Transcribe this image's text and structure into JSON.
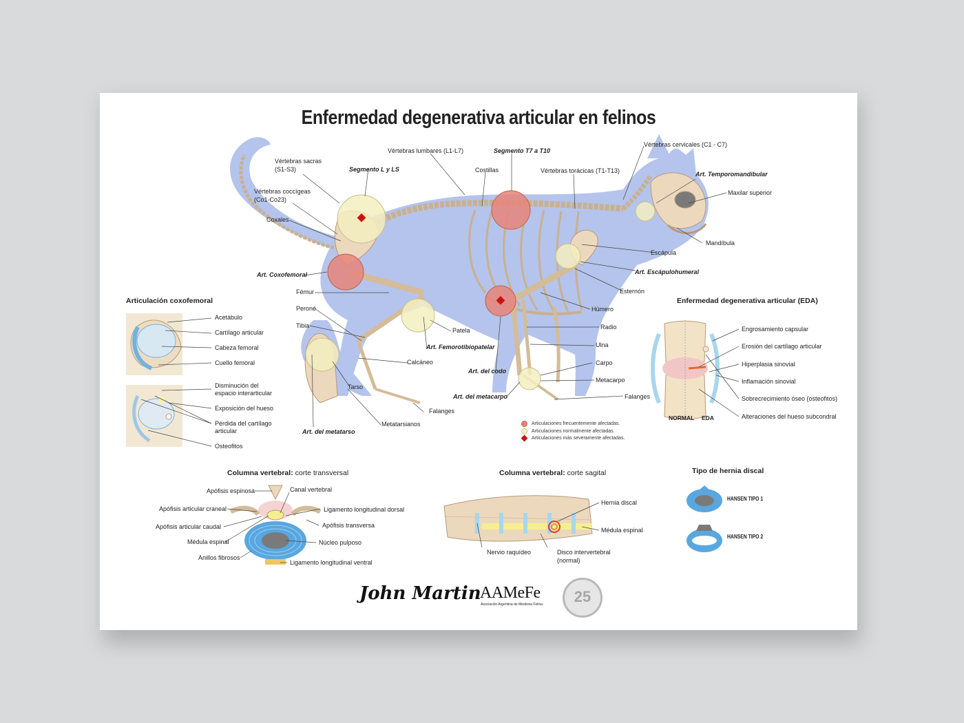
{
  "poster": {
    "title": "Enfermedad degenerativa articular en felinos"
  },
  "skeleton_labels": {
    "vertebras_sacras": "Vértebras sacras",
    "vertebras_sacras_range": "(S1-S3)",
    "segmento_l_ls": "Segmento L y LS",
    "vertebras_lumbares": "Vértebras lumbares (L1-L7)",
    "segmento_t7_t10": "Segmento T7 a T10",
    "costillas": "Costillas",
    "vertebras_toracicas": "Vértebras torácicas (T1-T13)",
    "vertebras_cervicales": "Vértebras cervicales (C1 - C7)",
    "art_temporomandibular": "Art. Temporomandibular",
    "maxilar_superior": "Maxilar superior",
    "vertebras_coccigeas": "Vértebras coccígeas",
    "vertebras_coccigeas_range": "(Co1-Co23)",
    "coxales": "Coxales",
    "mandibula": "Mandíbula",
    "escapula": "Escápula",
    "art_escapulohumeral": "Art. Escápulohumeral",
    "art_coxofemoral": "Art. Coxofemoral",
    "esternon": "Esternón",
    "femur": "Fémur",
    "humero": "Húmero",
    "perone": "Peroné",
    "radio": "Radio",
    "tibia": "Tibia",
    "patela": "Patela",
    "ulna": "Ulna",
    "art_femorotibiopatelar": "Art. Femorotibiopatelar",
    "calcaneo": "Calcáneo",
    "carpo": "Carpo",
    "art_codo": "Art. del codo",
    "metacarpo": "Metacarpo",
    "tarso": "Tarso",
    "art_metacarpo": "Art. del metacarpo",
    "falanges_front": "Falanges",
    "falanges_hind": "Falanges",
    "metatarsianos": "Metatarsianos",
    "art_metatarso": "Art. del metatarso"
  },
  "legend": {
    "items": [
      {
        "label": "Articulaciones frecuentemente afectadas.",
        "color": "#e8857a"
      },
      {
        "label": "Articulaciones normalmente afectadas.",
        "color": "#f3efc0"
      },
      {
        "label": "Articulaciones más severamente afectadas.",
        "color": "#cc1111"
      }
    ]
  },
  "coxofemoral": {
    "title": "Articulación coxofemoral",
    "top_labels": [
      "Acetábulo",
      "Cartílago articular",
      "Cabeza femoral",
      "Cuello femoral"
    ],
    "bottom_labels": [
      "Disminución del",
      "espacio interarticular",
      "Exposición del hueso",
      "Pérdida del cartílago",
      "articular",
      "Osteofitos"
    ]
  },
  "eda": {
    "title": "Enfermedad degenerativa articular (EDA)",
    "labels": [
      "Engrosamiento capsular",
      "Erosión del cartílago articular",
      "Hiperplasia sinovial",
      "Inflamación sinovial",
      "Sobrecrecimiento óseo (osteofitos)",
      "Alteraciones del hueso subcondral"
    ],
    "normal": "NORMAL",
    "eda": "EDA"
  },
  "transversal": {
    "title_bold": "Columna vertebral:",
    "title_rest": " corte transversal",
    "labels": {
      "apofisis_espinosa": "Apófisis espinosa",
      "canal_vertebral": "Canal vertebral",
      "apofisis_articular_craneal": "Apófisis articular craneal",
      "ligamento_longitudinal_dorsal": "Ligamento longitudinal dorsal",
      "apofisis_articular_caudal": "Apófisis articular caudal",
      "apofisis_transversa": "Apófisis transversa",
      "medula_espinal": "Médula espinal",
      "nucleo_pulposo": "Núcleo pulposo",
      "anillos_fibrosos": "Anillos fibrosos",
      "ligamento_longitudinal_ventral": "Ligamento longitudinal ventral"
    }
  },
  "sagital": {
    "title_bold": "Columna vertebral:",
    "title_rest": " corte sagital",
    "labels": {
      "hernia_discal": "Hernia discal",
      "medula_espinal": "Médula espinal",
      "nervio_raquideo": "Nervio raquídeo",
      "disco_intervertebral": "Disco intervertebral",
      "disco_normal": "(normal)"
    }
  },
  "hernia": {
    "title": "Tipo de hernia discal",
    "tipo1": "HANSEN TIPO 1",
    "tipo2": "HANSEN TIPO 2"
  },
  "logos": {
    "john_martin": "John Martin",
    "aamefe": "AAMeFe",
    "aamefe_sub": "Asociación Argentina de Medicina Felina",
    "seal_number": "25"
  },
  "colors": {
    "silhouette": "#b4c4ec",
    "bone": "#ecd8bd",
    "bone_stroke": "#b89a78",
    "frequent": "#e8857a",
    "normal": "#f3efc0",
    "severe": "#cc1111",
    "disc_blue": "#6fb3e0"
  }
}
